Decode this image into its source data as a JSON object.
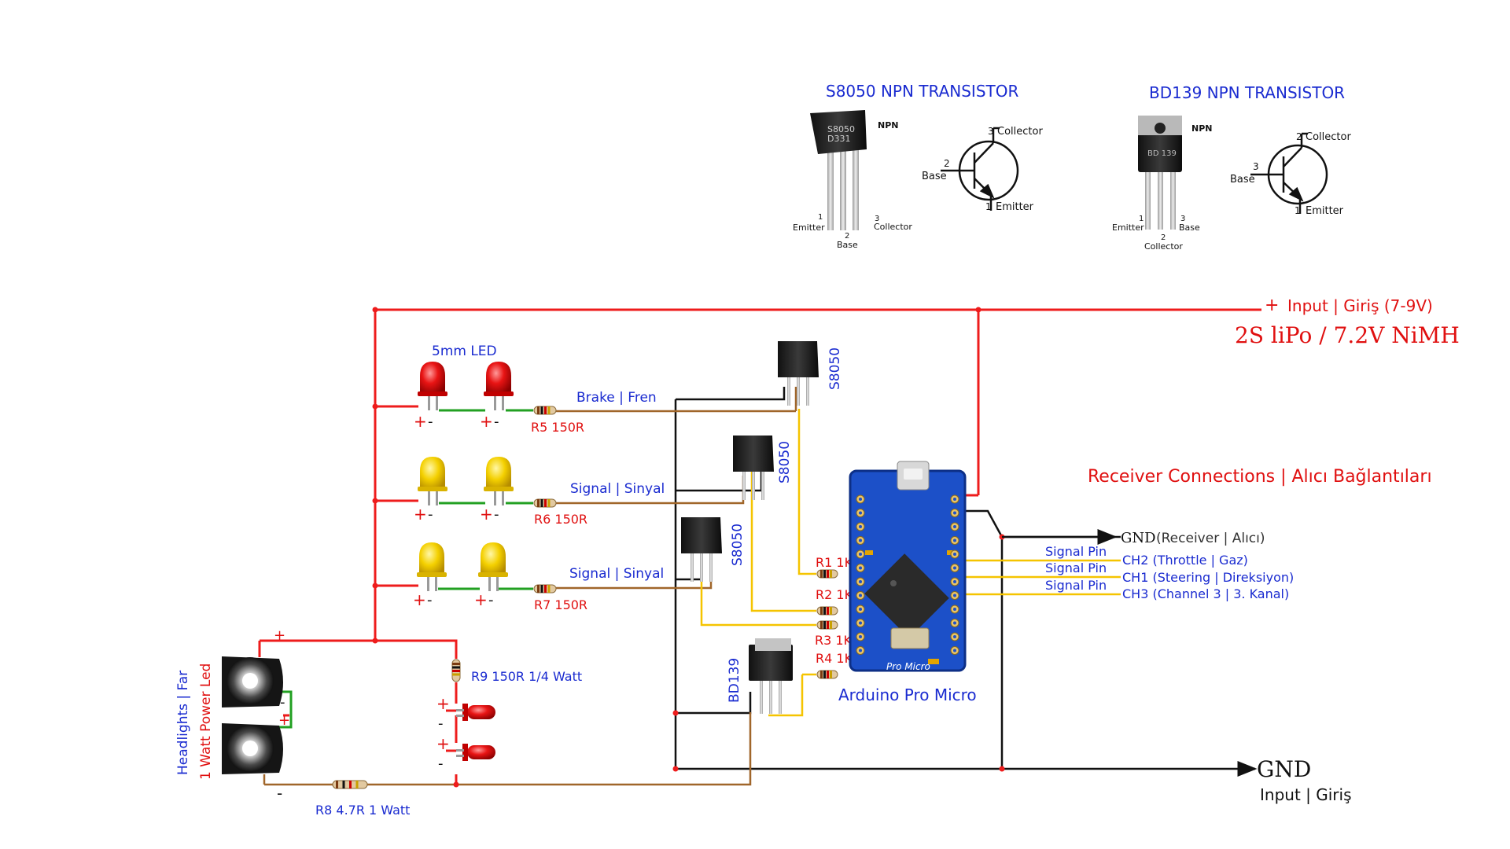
{
  "colors": {
    "supply": "#ee1c1c",
    "ground": "#111111",
    "signal": "#f5c400",
    "led_link": "#22a022",
    "collector": "#a0662a",
    "blue_text": "#1a2bd0",
    "red_text": "#e01010"
  },
  "reference": {
    "s8050": {
      "title": "S8050 NPN TRANSISTOR",
      "package_label_1": "S8050",
      "package_label_2": "D331",
      "npn": "NPN",
      "pin_emitter": "Emitter",
      "pin_base": "Base",
      "pin_collector": "Collector",
      "num_1": "1",
      "num_2": "2",
      "num_3": "3"
    },
    "bd139": {
      "title": "BD139 NPN TRANSISTOR",
      "package_label": "BD 139",
      "npn": "NPN",
      "pin_emitter": "Emitter",
      "pin_base": "Base",
      "pin_collector": "Collector",
      "num_1": "1",
      "num_2": "2",
      "num_3": "3"
    }
  },
  "power": {
    "input_plus": "+",
    "input_label": "Input | Giriş (7-9V)",
    "battery": "2S liPo / 7.2V NiMH",
    "gnd": "GND",
    "gnd_input": "Input | Giriş"
  },
  "leds": {
    "title": "5mm LED",
    "plus": "+",
    "minus": "-",
    "brake": "Brake | Fren",
    "signal": "Signal | Sinyal"
  },
  "resistors": {
    "r1": "R1 1K",
    "r2": "R2 1K",
    "r3": "R3 1K",
    "r4": "R4 1K",
    "r5": "R5 150R",
    "r6": "R6 150R",
    "r7": "R7 150R",
    "r8": "R8 4.7R 1 Watt",
    "r9": "R9 150R 1/4 Watt"
  },
  "transistors": {
    "q1": "S8050",
    "q2": "S8050",
    "q3": "S8050",
    "q4": "BD139"
  },
  "headlights": {
    "label1": "Headlights | Far",
    "label2": "1 Watt Power Led",
    "plus": "+",
    "minus": "-"
  },
  "arduino": {
    "name": "Arduino Pro Micro",
    "silk": "Pro Micro"
  },
  "receiver": {
    "title": "Receiver Connections | Alıcı Bağlantıları",
    "gnd": "GND",
    "gnd_note": "(Receiver | Alıcı)",
    "signal_pin": "Signal Pin",
    "ch2": "CH2 (Throttle | Gaz)",
    "ch1": "CH1 (Steering | Direksiyon)",
    "ch3": "CH3 (Channel 3 | 3. Kanal)"
  }
}
